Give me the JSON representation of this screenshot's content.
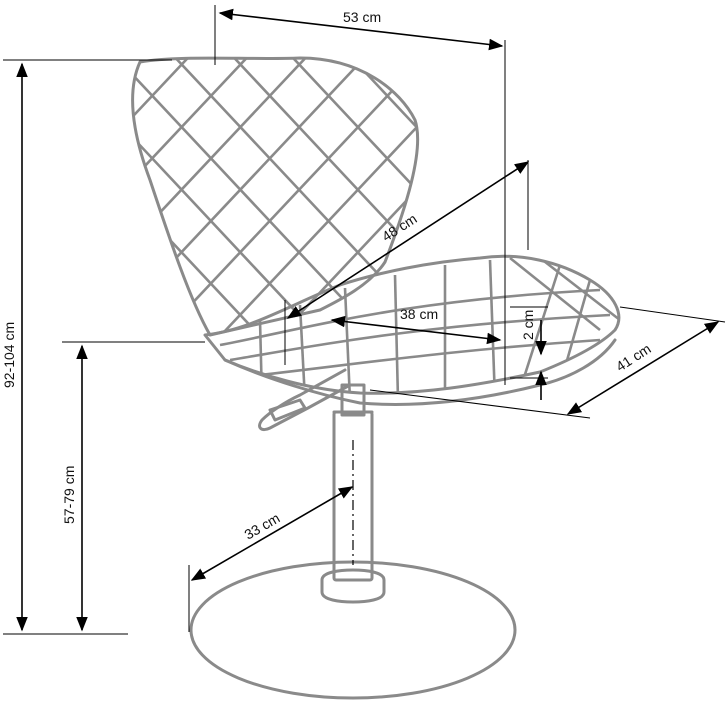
{
  "diagram": {
    "dimensions": {
      "width": "53 cm",
      "seat_depth_diag": "48 cm",
      "seat_width": "38 cm",
      "seat_thickness": "2 cm",
      "seat_side": "41 cm",
      "total_height": "92-104 cm",
      "seat_height": "57-79 cm",
      "base_radius": "33 cm"
    },
    "colors": {
      "outline": "#8a8a8a",
      "dimension": "#000000",
      "background": "#ffffff"
    }
  }
}
